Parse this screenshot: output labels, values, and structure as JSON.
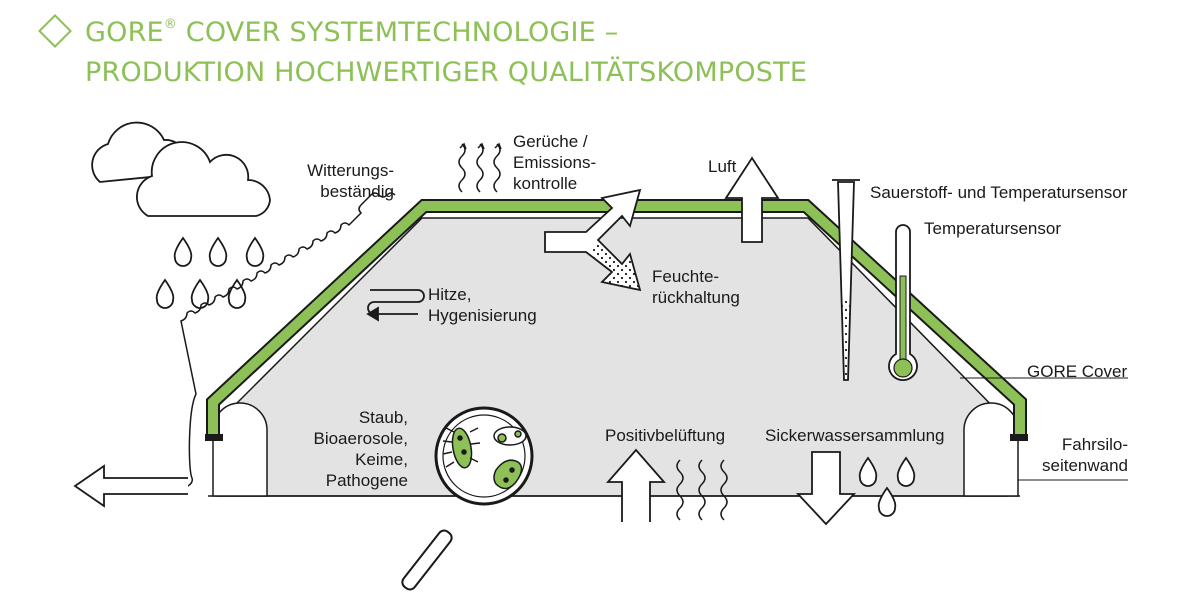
{
  "title": {
    "line1_prefix": "GORE",
    "registered": "®",
    "line1_suffix": " COVER SYSTEMTECHNOLOGIE –",
    "line2": "PRODUKTION HOCHWERTIGER QUALITÄTSKOMPOSTE"
  },
  "labels": {
    "witterung_1": "Witterungs-",
    "witterung_2": "beständig",
    "gerueche_1": "Gerüche /",
    "gerueche_2": "Emissions-",
    "gerueche_3": "kontrolle",
    "luft": "Luft",
    "sensor_o2_temp": "Sauerstoff- und Temperatursensor",
    "sensor_temp": "Temperatursensor",
    "feuchte_1": "Feuchte-",
    "feuchte_2": "rückhaltung",
    "hitze_1": "Hitze,",
    "hitze_2": "Hygenisierung",
    "gore_cover": "GORE Cover",
    "staub_1": "Staub,",
    "staub_2": "Bioaerosole,",
    "staub_3": "Keime,",
    "staub_4": "Pathogene",
    "positiv": "Positivbelüftung",
    "sicker": "Sickerwassersammlung",
    "fahrsilo_1": "Fahrsilo-",
    "fahrsilo_2": "seitenwand"
  },
  "colors": {
    "accent_green": "#8dc056",
    "pile_gray": "#e3e3e3",
    "outline": "#1a1a1a"
  }
}
